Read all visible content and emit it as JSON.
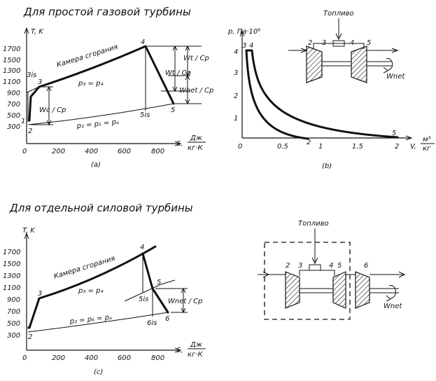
{
  "section_titles": {
    "simple": "Для простой газовой турбины",
    "separate": "Для отдельной силовой турбины"
  },
  "ts_axis": {
    "y_label": "T, K",
    "y_ticks": [
      "1700",
      "1500",
      "1300",
      "1100",
      "900",
      "700",
      "500",
      "300"
    ],
    "x_ticks": [
      "0",
      "200",
      "400",
      "600",
      "800"
    ],
    "x_label_prefix": "S,",
    "x_unit_num": "Дж",
    "x_unit_den": "кг·К"
  },
  "pv_axis": {
    "y_label": "p, Па·10⁶",
    "y_ticks": [
      "4",
      "3",
      "2",
      "1"
    ],
    "x_ticks": [
      "0",
      "0.5",
      "1",
      "1.5",
      "2"
    ],
    "x_label_prefix": "V,",
    "x_unit_num": "м³",
    "x_unit_den": "кг"
  },
  "diagram_a": {
    "caption": "(a)",
    "combustion": "Камера сгорания",
    "p_high": "p₃ = p₄",
    "p_low": "p₂ = p₅ = pₐ",
    "compressor_work": "Wc / Cp",
    "turbine_work_1": "Wt / Cp",
    "turbine_work_2": "Wt / Cp",
    "net_work": "Wnet / Cp",
    "points": {
      "p1": "1",
      "p2": "2",
      "p3": "3",
      "p3is": "3is",
      "p4": "4",
      "p5": "5",
      "p5is": "5is"
    }
  },
  "diagram_b": {
    "caption": "(b)",
    "points": {
      "p3": "3",
      "p4": "4",
      "p2": "2",
      "p5": "5"
    }
  },
  "diagram_c": {
    "caption": "(c)",
    "combustion": "Камера сгорания",
    "p_high": "p₃ = p₄",
    "p_low": "p₂ = p₆ = pₐ",
    "net_work": "Wnet / Cp",
    "points": {
      "p2": "2",
      "p3": "3",
      "p4": "4",
      "p5": "5",
      "p5is": "5is",
      "p6": "6",
      "p6is": "6is"
    }
  },
  "schematic_top": {
    "fuel": "Топливо",
    "stations": {
      "s2": "2",
      "s3": "3",
      "s4": "4",
      "s5": "5"
    },
    "net": "Wnet"
  },
  "schematic_bottom": {
    "fuel": "Топливо",
    "stations": {
      "s2": "2",
      "s3": "3",
      "s4": "4",
      "s5": "5",
      "s6": "6"
    },
    "net": "Wnet"
  }
}
